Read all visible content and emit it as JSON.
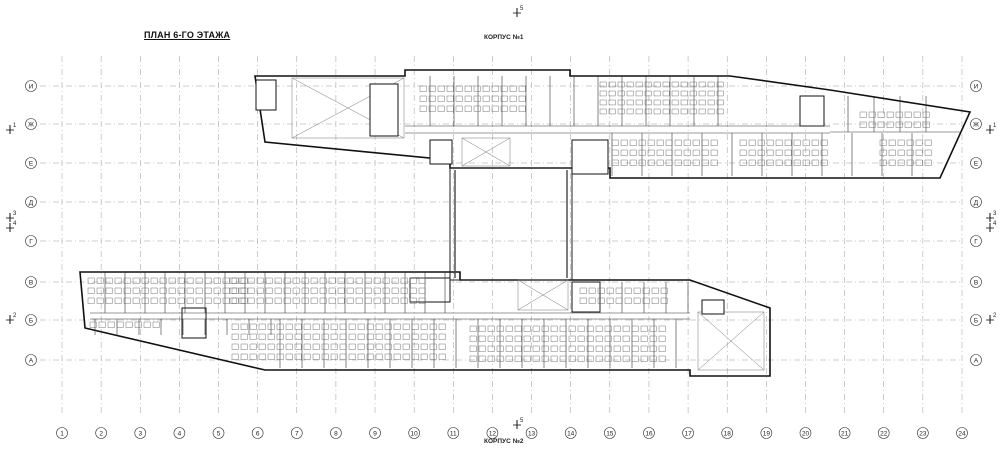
{
  "plan": {
    "title": "ПЛАН 6-ГО ЭТАЖА",
    "building_1_label": "КОРПУС №1",
    "building_2_label": "КОРПУС №2"
  },
  "column_axes": [
    "1",
    "2",
    "3",
    "4",
    "5",
    "6",
    "7",
    "8",
    "9",
    "10",
    "11",
    "12",
    "13",
    "14",
    "15",
    "16",
    "17",
    "18",
    "19",
    "20",
    "21",
    "22",
    "23",
    "24"
  ],
  "row_axes": [
    "И",
    "Ж",
    "Е",
    "Д",
    "Г",
    "В",
    "Б",
    "А"
  ],
  "section_marks": {
    "top": "5",
    "bottom": "5",
    "left": [
      "1",
      "3",
      "4",
      "2"
    ],
    "right": [
      "1",
      "3",
      "4",
      "2"
    ]
  }
}
